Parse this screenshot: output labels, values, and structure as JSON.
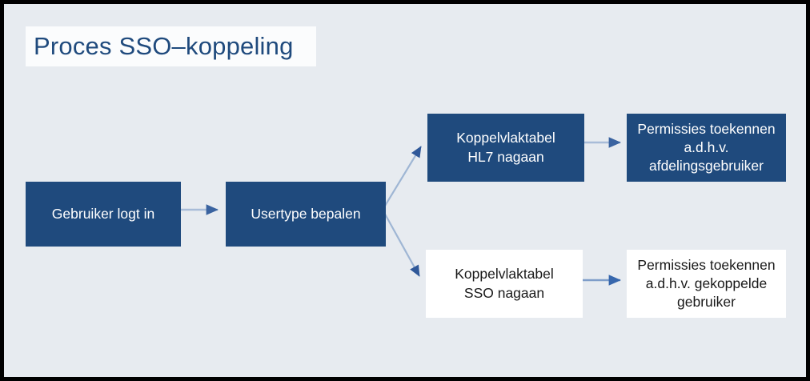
{
  "diagram": {
    "title": "Proces SSO–koppeling",
    "type": "flowchart",
    "background_color": "#e7ebf0",
    "accent_color": "#1f4a7d",
    "nodes": [
      {
        "id": "login",
        "label": "Gebruiker logt in",
        "style": "filled",
        "fill": "#1f4a7d",
        "text_color": "#ffffff"
      },
      {
        "id": "usertype",
        "label": "Usertype bepalen",
        "style": "filled",
        "fill": "#1f4a7d",
        "text_color": "#ffffff"
      },
      {
        "id": "hl7",
        "label": "Koppelvlaktabel\nHL7 nagaan",
        "style": "filled",
        "fill": "#1f4a7d",
        "text_color": "#ffffff"
      },
      {
        "id": "perm_afdeling",
        "label": "Permissies toekennen\na.d.h.v.\nafdelingsgebruiker",
        "style": "filled",
        "fill": "#1f4a7d",
        "text_color": "#ffffff"
      },
      {
        "id": "sso",
        "label": "Koppelvlaktabel\nSSO nagaan",
        "style": "outline",
        "fill": "#ffffff",
        "text_color": "#191919"
      },
      {
        "id": "perm_gekoppelde",
        "label": "Permissies toekennen\na.d.h.v. gekoppelde\ngebruiker",
        "style": "outline",
        "fill": "#ffffff",
        "text_color": "#191919"
      }
    ],
    "edges": [
      {
        "id": "e1",
        "from": "login",
        "to": "usertype",
        "shape": "straight",
        "color": "#a8bcd8"
      },
      {
        "id": "e2",
        "from": "usertype",
        "to": "hl7",
        "shape": "diagonal",
        "color": "#9fb6d4"
      },
      {
        "id": "e3",
        "from": "usertype",
        "to": "sso",
        "shape": "diagonal",
        "color": "#9fb6d4"
      },
      {
        "id": "e4",
        "from": "hl7",
        "to": "perm_afdeling",
        "shape": "straight",
        "color": "#a8bcd8"
      },
      {
        "id": "e5",
        "from": "sso",
        "to": "perm_gekoppelde",
        "shape": "straight",
        "color": "#7e9dc9"
      }
    ]
  }
}
